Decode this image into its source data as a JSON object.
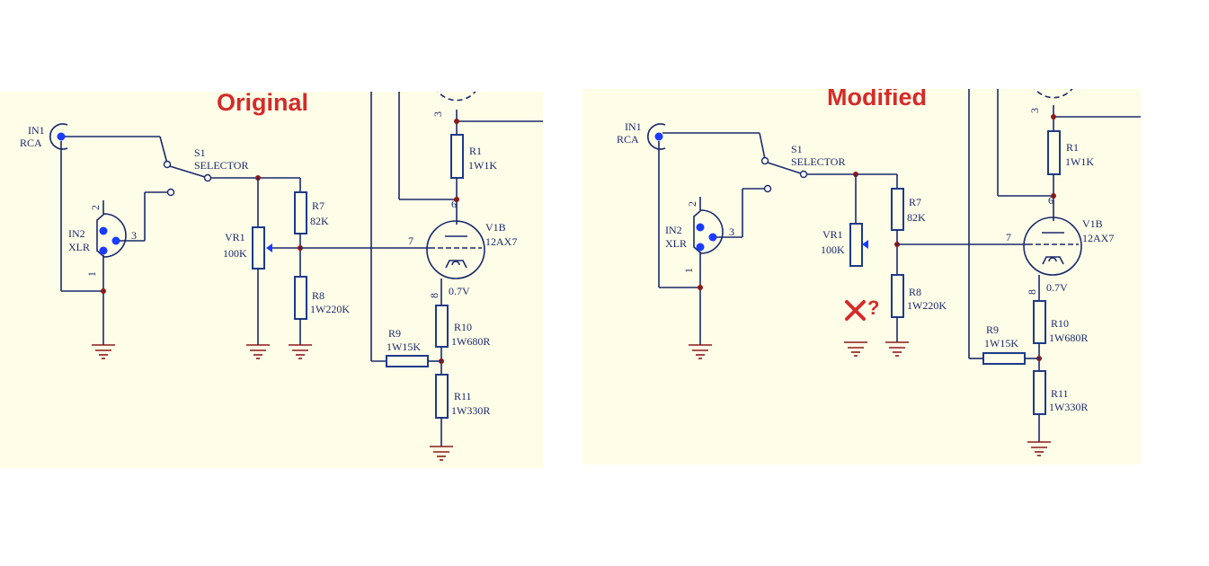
{
  "panels": [
    {
      "id": "left",
      "title": "Original"
    },
    {
      "id": "right",
      "title": "Modified",
      "annotation": "?"
    }
  ],
  "labels": {
    "in1_ref": "IN1",
    "in1_type": "RCA",
    "in2_ref": "IN2",
    "in2_type": "XLR",
    "s1_ref": "S1",
    "s1_type": "SELECTOR",
    "vr1_ref": "VR1",
    "vr1_value": "100K",
    "r7_ref": "R7",
    "r7_value": "82K",
    "r8_ref": "R8",
    "r8_value": "1W220K",
    "r1_ref": "R1",
    "r1_value": "1W1K",
    "v1b_ref": "V1B",
    "v1b_type": "12AX7",
    "r9_ref": "R9",
    "r9_value": "1W15K",
    "r10_ref": "R10",
    "r10_value": "1W680R",
    "r11_ref": "R11",
    "r11_value": "1W330R",
    "cathode_voltage": "0.7V",
    "pin_xlr_1": "1",
    "pin_xlr_2": "2",
    "pin_xlr_3": "3",
    "pin_plate": "6",
    "pin_grid": "7",
    "pin_cathode": "8",
    "pin_top": "3"
  },
  "colors": {
    "panel_background": "#fefde8",
    "wire": "#1a2a6c",
    "junction": "#8b1a1a",
    "pin_dot": "#1a3cff",
    "title": "#d42b2b"
  }
}
